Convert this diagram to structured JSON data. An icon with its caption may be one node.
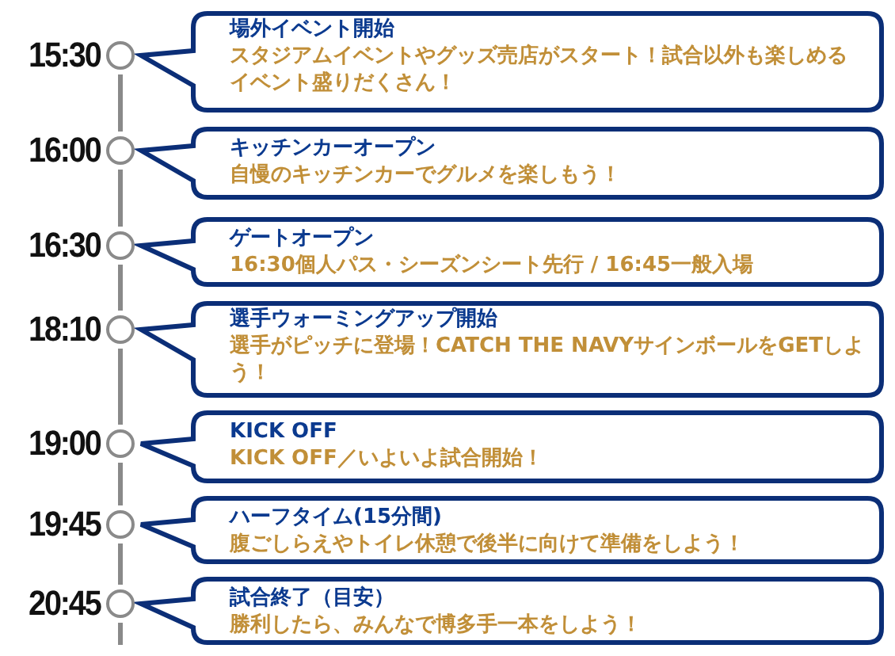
{
  "diagram": {
    "nodes": [
      {
        "text": [],
        "shape": "circle",
        "beside": [
          "15:30"
        ]
      },
      {
        "text": [
          "場外イベント開始",
          "スタジアムイベントやグッズ売店がスタート！試合以外も楽しめるイベント盛りだくさん！"
        ]
      },
      {
        "text": [],
        "shape": "circle",
        "beside": [
          "16:00"
        ]
      },
      {
        "text": [
          "キッチンカーオープン",
          "自慢のキッチンカーでグルメを楽しもう！"
        ]
      },
      {
        "text": [],
        "shape": "circle",
        "beside": [
          "16:30"
        ]
      },
      {
        "text": [
          "ゲートオープン",
          "16:30個人パス・シーズンシート先行 / 16:45一般入場"
        ]
      },
      {
        "text": [],
        "shape": "circle",
        "beside": [
          "18:10"
        ]
      },
      {
        "text": [
          "選手ウォーミングアップ開始",
          "選手がピッチに登場！CATCH THE NAVYサインボールをGETしよう！"
        ]
      },
      {
        "text": [],
        "shape": "circle",
        "beside": [
          "19:00"
        ]
      },
      {
        "text": [
          "KICK OFF",
          "KICK OFF／いよいよ試合開始！"
        ]
      },
      {
        "text": [],
        "shape": "circle",
        "beside": [
          "19:45"
        ]
      },
      {
        "text": [
          "ハーフタイム(15分間)",
          "腹ごしらえやトイレ休憩で後半に向けて準備をしよう！"
        ]
      },
      {
        "text": [],
        "shape": "circle",
        "beside": [
          "20:45"
        ]
      },
      {
        "text": [
          "試合終了（目安）",
          "勝利したら、みんなで博多手一本をしよう！"
        ]
      }
    ],
    "edges": [
      {
        "from": 0,
        "to": 2,
        "arrow": "none"
      },
      {
        "from": 2,
        "to": 4,
        "arrow": "none"
      },
      {
        "from": 4,
        "to": 6,
        "arrow": "none"
      },
      {
        "from": 6,
        "to": 8,
        "arrow": "none"
      },
      {
        "from": 8,
        "to": 10,
        "arrow": "none"
      },
      {
        "from": 10,
        "to": 12,
        "arrow": "none"
      }
    ]
  }
}
